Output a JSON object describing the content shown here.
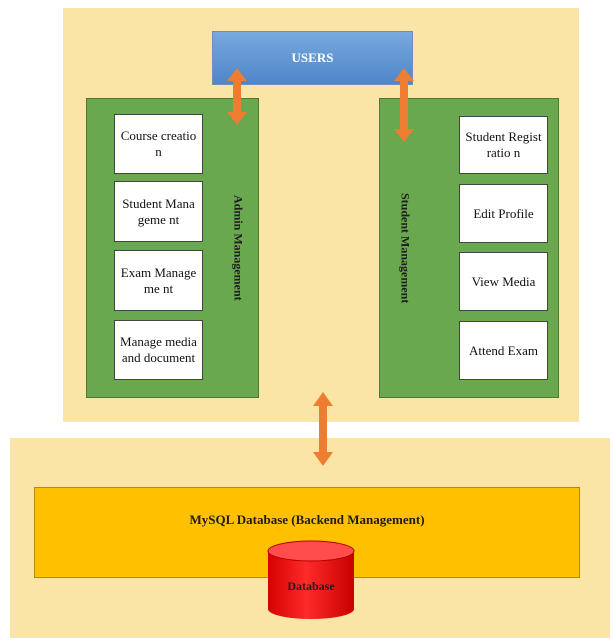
{
  "users": {
    "label": "USERS"
  },
  "admin": {
    "title": "Admin Management",
    "items": [
      "Course creation",
      "Student Manageme nt",
      "Exam Manageme nt",
      "Manage media and document"
    ]
  },
  "student": {
    "title": "Student Management",
    "items": [
      "Student Registratio n",
      "Edit Profile",
      "View Media",
      "Attend Exam"
    ]
  },
  "backend": {
    "title": "MySQL Database (Backend Management)",
    "cylinder_label": "Database"
  },
  "colors": {
    "panel": "#fbe5a6",
    "users": "#5b8fd1",
    "group": "#6aa84f",
    "backend": "#ffc000",
    "cylinder": "#ff0000",
    "arrow": "#ed7d31"
  }
}
